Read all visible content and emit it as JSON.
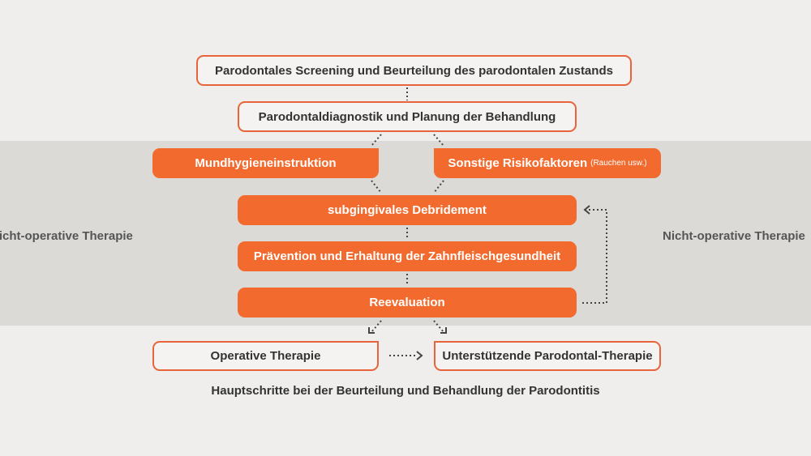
{
  "diagram": {
    "side_label_left": "Nicht-operative Therapie",
    "side_label_right": "Nicht-operative Therapie",
    "steps": {
      "screening": "Parodontales Screening und Beurteilung des parodontalen Zustands",
      "diagnostics": "Parodontaldiagnostik und Planung der Behandlung",
      "hygiene": "Mundhygieneinstruktion",
      "risk": "Sonstige Risikofaktoren",
      "risk_note": "(Rauchen usw.)",
      "debridement": "subgingivales Debridement",
      "prevention": "Prävention und Erhaltung der Zahnfleischgesundheit",
      "reevaluation": "Reevaluation",
      "operative": "Operative Therapie",
      "supportive": "Unterstützende Parodontal-Therapie"
    },
    "caption": "Hauptschritte bei der Beurteilung und Behandlung der Parodontitis",
    "colors": {
      "accent": "#f26a2e",
      "band": "#dcdad7",
      "background": "#efeeec"
    }
  }
}
